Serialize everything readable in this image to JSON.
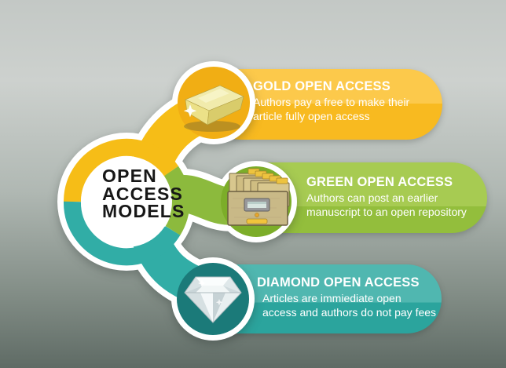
{
  "center": {
    "line1": "OPEN",
    "line2": "ACCESS",
    "line3": "MODELS"
  },
  "branches": [
    {
      "id": "gold",
      "title": "GOLD OPEN ACCESS",
      "desc_line1": "Authors pay a free to make their",
      "desc_line2": "article fully open access",
      "icon": "gold-bar-icon",
      "colors": {
        "pill": "#f8ba20",
        "pill_light": "#fcc94b",
        "circle": "#f1ae14",
        "stem": "#f6bd17"
      }
    },
    {
      "id": "green",
      "title": "GREEN OPEN ACCESS",
      "desc_line1": "Authors can post an earlier",
      "desc_line2": "manuscript to an open repository",
      "icon": "file-cabinet-icon",
      "colors": {
        "pill": "#93be3c",
        "pill_light": "#a7cb52",
        "circle": "#7cad29",
        "stem": "#8cba3d"
      }
    },
    {
      "id": "diamond",
      "title": "DIAMOND OPEN ACCESS",
      "desc_line1": "Articles are immiediate open",
      "desc_line2": "access and authors do not pay fees",
      "icon": "diamond-icon",
      "colors": {
        "pill": "#2ba49d",
        "pill_light": "#50b7b0",
        "circle": "#1b7a79",
        "stem": "#31ada6"
      }
    }
  ],
  "colors": {
    "bg_top": "#c3c8c5",
    "bg_upper": "#cdd1ce",
    "bg_mid": "#b0b8b3",
    "bg_low": "#828d86",
    "bg_bottom": "#5f6b65",
    "hub_fill": "#ffffff",
    "hub_text": "#171717",
    "text_on_pill": "#ffffff"
  }
}
